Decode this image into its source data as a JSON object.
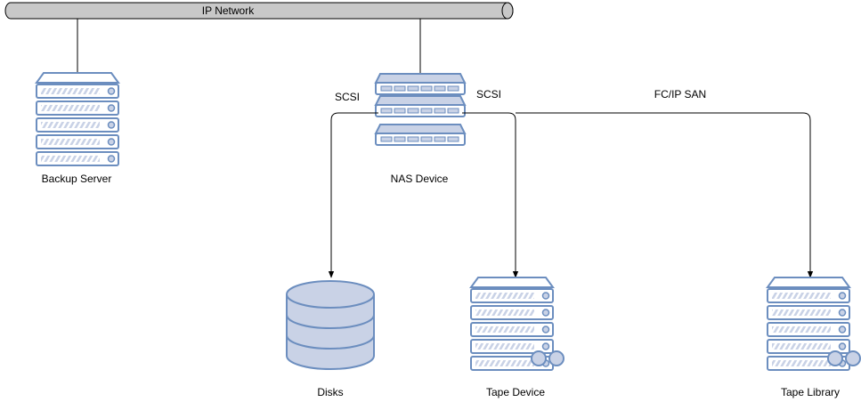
{
  "network": {
    "label": "IP Network"
  },
  "nodes": {
    "backup_server": {
      "label": "Backup Server"
    },
    "nas_device": {
      "label": "NAS Device"
    },
    "disks": {
      "label": "Disks"
    },
    "tape_device": {
      "label": "Tape Device"
    },
    "tape_library": {
      "label": "Tape Library"
    }
  },
  "links": {
    "nas_to_disks": {
      "label": "SCSI"
    },
    "nas_to_tape_device": {
      "label": "SCSI"
    },
    "nas_to_tape_library": {
      "label": "FC/IP SAN"
    }
  },
  "colors": {
    "bus_fill": "#c8c8c8",
    "bus_stroke": "#000000",
    "device_stroke": "#6c8ebf",
    "device_fill": "#ffffff",
    "device_shade": "#c9d2e6",
    "line": "#000000"
  }
}
